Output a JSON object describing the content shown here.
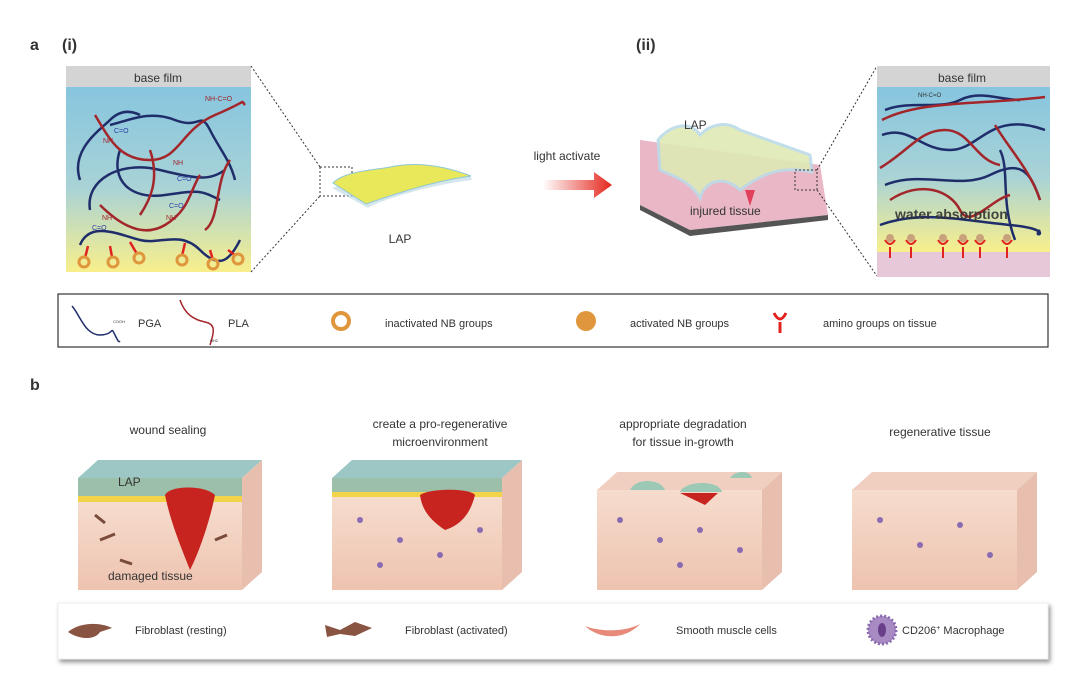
{
  "panel_a": {
    "label": "a",
    "sub_i": "(i)",
    "sub_ii": "(ii)",
    "left_box": {
      "header": "base film",
      "chem": [
        "NH-C=O",
        "C=O",
        "NH",
        "NH",
        "C=O",
        "C=O",
        "NH",
        "NH",
        "C=O"
      ]
    },
    "sheet_label": "LAP",
    "arrow_label": "light activate",
    "tissue_lap_label": "LAP",
    "tissue_label": "injured tissue",
    "right_box": {
      "header": "base film",
      "chem_top": "NH-C=O",
      "overlay": "water absorption"
    },
    "legend": [
      {
        "icon": "pga-chain-icon",
        "label": "PGA",
        "tag": "COOH"
      },
      {
        "icon": "pla-chain-icon",
        "label": "PLA",
        "tag": "NH2"
      },
      {
        "icon": "ring-icon",
        "label": "inactivated NB groups"
      },
      {
        "icon": "dot-icon",
        "label": "activated NB groups"
      },
      {
        "icon": "y-shape-icon",
        "label": "amino groups on tissue"
      }
    ]
  },
  "panel_b": {
    "label": "b",
    "stages": [
      {
        "title": [
          "wound sealing"
        ],
        "labels": [
          "LAP",
          "damaged tissue"
        ]
      },
      {
        "title": [
          "create  a pro-regenerative",
          "microenvironment"
        ]
      },
      {
        "title": [
          "appropriate degradation",
          "for tissue in-growth"
        ]
      },
      {
        "title": [
          "regenerative tissue"
        ]
      }
    ],
    "legend": [
      {
        "icon": "fibroblast-resting-icon",
        "label": "Fibroblast (resting)"
      },
      {
        "icon": "fibroblast-activated-icon",
        "label": "Fibroblast (activated)"
      },
      {
        "icon": "smooth-muscle-cell-icon",
        "label": "Smooth muscle cells"
      },
      {
        "icon": "macrophage-icon",
        "label": "CD206",
        "sup": "+",
        "label2": " Macrophage"
      }
    ]
  },
  "colors": {
    "pga": "#1f2d6b",
    "pla": "#a3262b",
    "nb": "#e0963c",
    "amino": "#e0231f",
    "tissue": "#f2d3c4",
    "lap": "#8fc7d6",
    "film": "#d9d9d9"
  }
}
